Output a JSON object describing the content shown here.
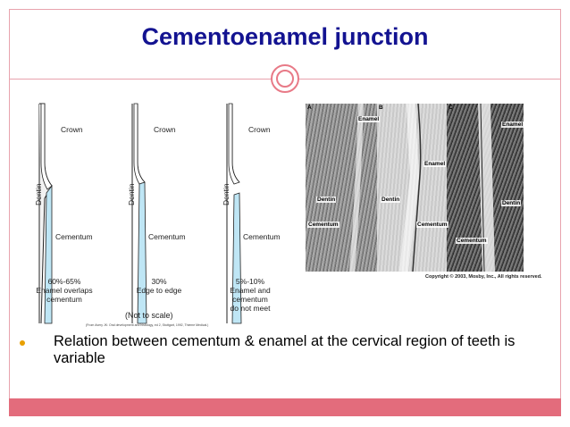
{
  "slide": {
    "title": "Cementoenamel junction",
    "bullet": "Relation between cementum & enamel at the cervical region of teeth is variable",
    "colors": {
      "title": "#131391",
      "accent": "#e36c7c",
      "frame": "#e8a3ad",
      "bullet": "#e8a000"
    }
  },
  "diagram": {
    "dentin_label": "Dentin",
    "crown_label": "Crown",
    "cementum_label": "Cementum",
    "panels": [
      {
        "percent": "60%-65%",
        "caption_line1": "Enamel overlaps",
        "caption_line2": "cementum",
        "caption_line3": ""
      },
      {
        "percent": "30%",
        "caption_line1": "Edge to edge",
        "caption_line2": "",
        "caption_line3": ""
      },
      {
        "percent": "5%-10%",
        "caption_line1": "Enamel and",
        "caption_line2": "cementum",
        "caption_line3": "do not meet"
      }
    ],
    "not_to_scale": "(Not to scale)",
    "source_note": "(From Avery JK: Oral development and histology, ed 2, Stuttgart, 1992, Thieme Medical.)"
  },
  "micrographs": {
    "letters": [
      "A",
      "B",
      "C"
    ],
    "labels": {
      "enamel": "Enamel",
      "dentin": "Dentin",
      "cementum": "Cementum"
    },
    "copyright": "Copyright © 2003, Mosby, Inc., All rights reserved."
  }
}
